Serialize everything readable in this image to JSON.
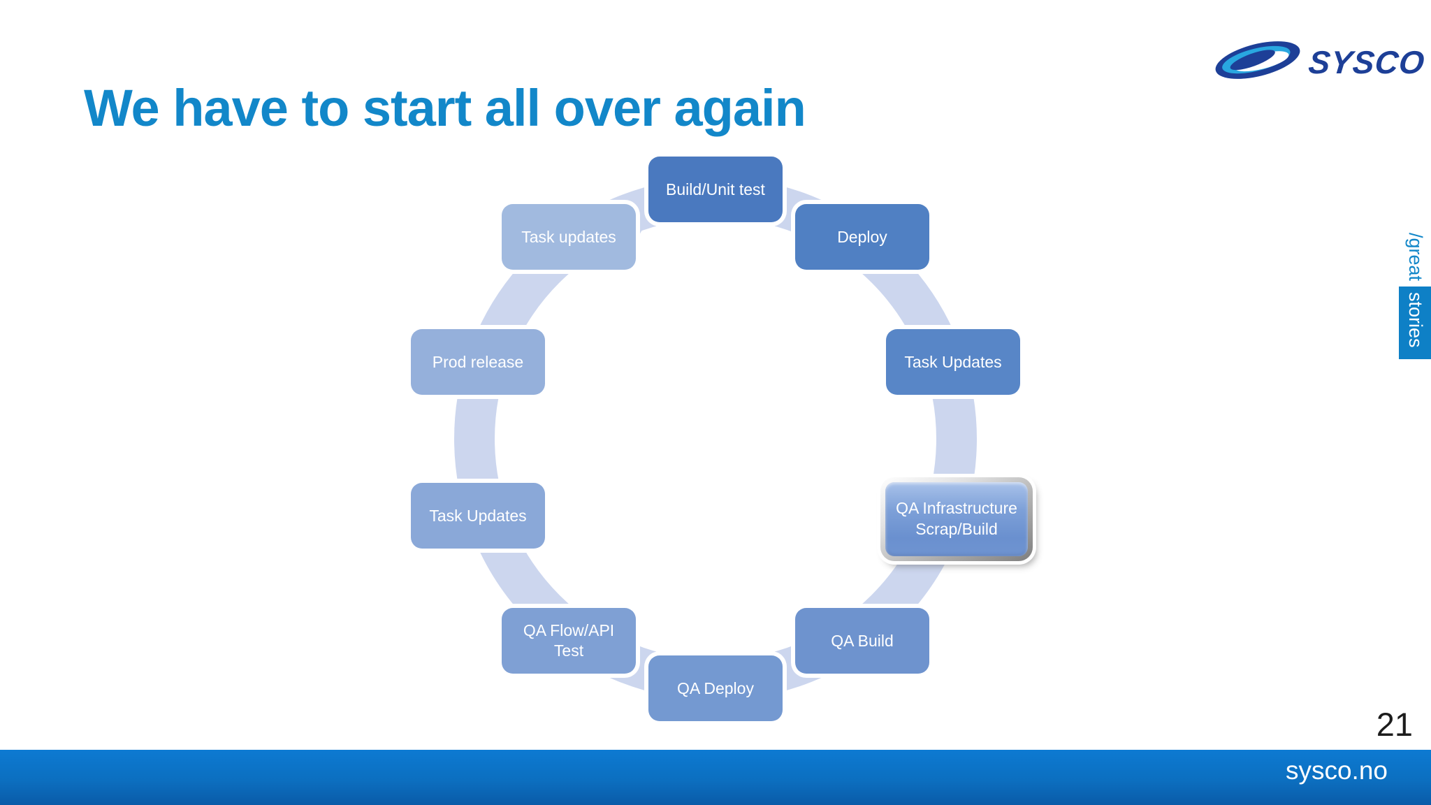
{
  "slide": {
    "title": "We have to start all over again",
    "page_number": "21"
  },
  "header": {
    "logo_text": "SYSCO",
    "logo_icon": "sysco-ellipse-swoosh"
  },
  "side_tab": {
    "prefix": "/great",
    "highlight": "stories"
  },
  "footer": {
    "url": "sysco.no"
  },
  "cycle": {
    "type": "cycle-diagram",
    "direction": "clockwise",
    "ring_color": "#ccd6ee",
    "steps": [
      {
        "label": "Build/Unit test",
        "color": "#4a79bf",
        "highlighted": false
      },
      {
        "label": "Deploy",
        "color": "#5080c3",
        "highlighted": false
      },
      {
        "label": "Task Updates",
        "color": "#5886c7",
        "highlighted": false
      },
      {
        "label": "QA Infrastructure Scrap/Build",
        "color": "#6b92cf",
        "highlighted": true
      },
      {
        "label": "QA Build",
        "color": "#6e93ce",
        "highlighted": false
      },
      {
        "label": "QA Deploy",
        "color": "#7499d1",
        "highlighted": false
      },
      {
        "label": "QA Flow/API Test",
        "color": "#7fa0d4",
        "highlighted": false
      },
      {
        "label": "Task Updates",
        "color": "#8aa8d8",
        "highlighted": false
      },
      {
        "label": "Prod release",
        "color": "#95b0db",
        "highlighted": false
      },
      {
        "label": "Task updates",
        "color": "#a1badf",
        "highlighted": false
      }
    ]
  },
  "colors": {
    "title_blue": "#1287c9",
    "footer_top": "#0d7ad2",
    "footer_bottom": "#0a5ba8",
    "tab_blue": "#0e80c6",
    "logo_navy": "#1d3f97",
    "logo_light_blue": "#29a7e0",
    "ring": "#ccd6ee"
  }
}
